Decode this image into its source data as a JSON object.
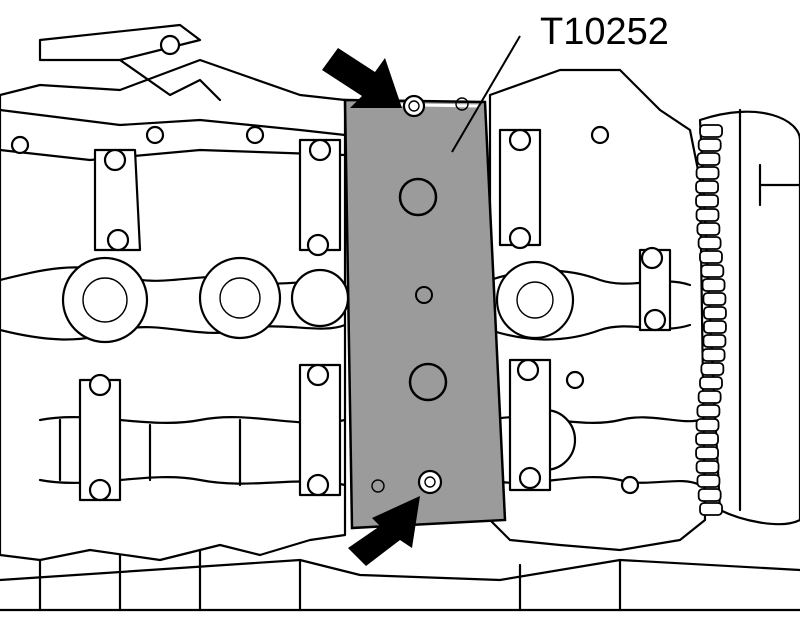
{
  "callout": {
    "label": "T10252"
  },
  "colors": {
    "tool_plate": "#9b9b9b",
    "outline": "#000000",
    "background": "#ffffff"
  },
  "parts": {
    "tool": "tool-plate",
    "arrows": [
      "arrow-top",
      "arrow-bottom"
    ],
    "features": [
      "camshaft-housing",
      "camshafts",
      "bearing-caps",
      "timing-chain",
      "sprocket"
    ]
  }
}
